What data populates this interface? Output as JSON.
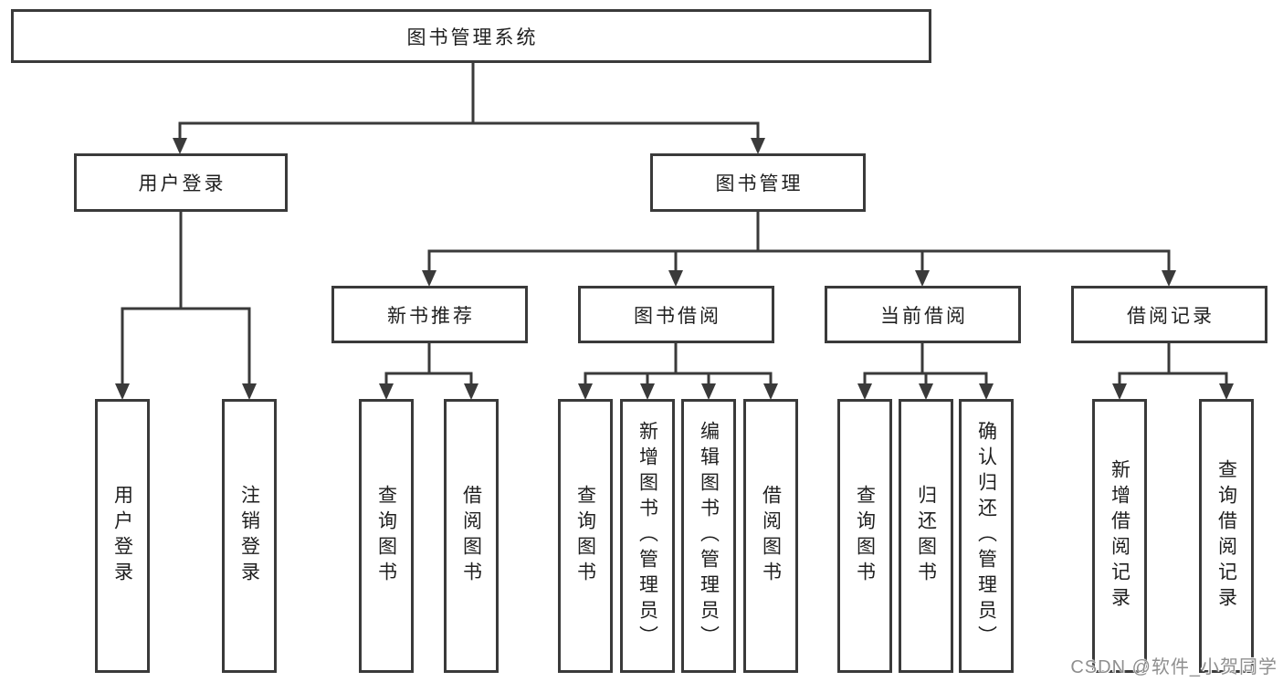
{
  "colors": {
    "line": "#3a3a3a",
    "box_border": "#3a3a3a",
    "text": "#1f1f1f",
    "background": "#ffffff",
    "watermark": "#8f8f8f"
  },
  "watermark": "CSDN @软件_小贺同学",
  "tree": {
    "label": "图书管理系统",
    "children": [
      {
        "label": "用户登录",
        "children": [
          {
            "label": "用户登录"
          },
          {
            "label": "注销登录"
          }
        ]
      },
      {
        "label": "图书管理",
        "children": [
          {
            "label": "新书推荐",
            "children": [
              {
                "label": "查询图书"
              },
              {
                "label": "借阅图书"
              }
            ]
          },
          {
            "label": "图书借阅",
            "children": [
              {
                "label": "查询图书"
              },
              {
                "label": "新增图书（管理员）"
              },
              {
                "label": "编辑图书（管理员）"
              },
              {
                "label": "借阅图书"
              }
            ]
          },
          {
            "label": "当前借阅",
            "children": [
              {
                "label": "查询图书"
              },
              {
                "label": "归还图书"
              },
              {
                "label": "确认归还（管理员）"
              }
            ]
          },
          {
            "label": "借阅记录",
            "children": [
              {
                "label": "新增借阅记录"
              },
              {
                "label": "查询借阅记录"
              }
            ]
          }
        ]
      }
    ]
  }
}
